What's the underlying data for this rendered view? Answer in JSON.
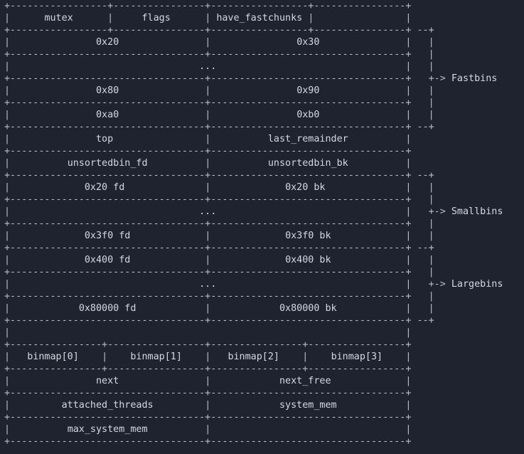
{
  "rows": [
    {
      "kind": "split4a",
      "cells": [
        "mutex",
        "flags",
        "have_fastchunks",
        ""
      ]
    },
    {
      "kind": "split2",
      "cells": [
        "0x20",
        "0x30"
      ]
    },
    {
      "kind": "dots",
      "text": "..."
    },
    {
      "kind": "split2",
      "cells": [
        "0x80",
        "0x90"
      ]
    },
    {
      "kind": "split2",
      "cells": [
        "0xa0",
        "0xb0"
      ]
    },
    {
      "kind": "split2",
      "cells": [
        "top",
        "last_remainder"
      ]
    },
    {
      "kind": "split2",
      "cells": [
        "unsortedbin_fd",
        "unsortedbin_bk"
      ]
    },
    {
      "kind": "split2",
      "cells": [
        "0x20 fd",
        "0x20 bk"
      ]
    },
    {
      "kind": "dots",
      "text": "..."
    },
    {
      "kind": "split2",
      "cells": [
        "0x3f0 fd",
        "0x3f0 bk"
      ]
    },
    {
      "kind": "split2",
      "cells": [
        "0x400 fd",
        "0x400 bk"
      ]
    },
    {
      "kind": "dots",
      "text": "..."
    },
    {
      "kind": "split2",
      "cells": [
        "0x80000 fd",
        "0x80000 bk"
      ]
    },
    {
      "kind": "empty"
    },
    {
      "kind": "split4b",
      "cells": [
        "binmap[0]",
        "binmap[1]",
        "binmap[2]",
        "binmap[3]"
      ]
    },
    {
      "kind": "split2",
      "cells": [
        "next",
        "next_free"
      ]
    },
    {
      "kind": "split2",
      "cells": [
        "attached_threads",
        "system_mem"
      ]
    },
    {
      "kind": "split2",
      "cells": [
        "max_system_mem",
        ""
      ]
    }
  ],
  "annotations": [
    {
      "label": "Fastbins"
    },
    {
      "label": "Smallbins"
    },
    {
      "label": "Largebins"
    }
  ]
}
